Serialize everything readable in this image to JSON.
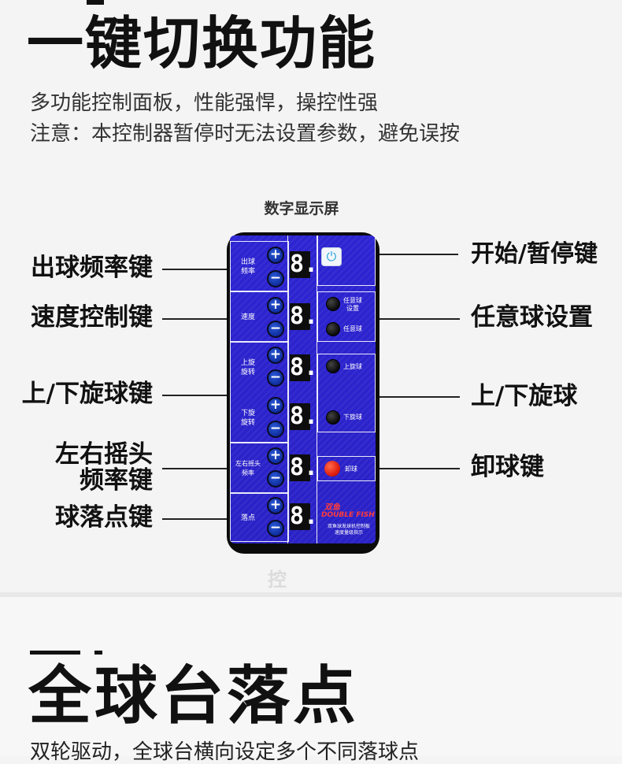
{
  "header": {
    "title": "一键切换功能",
    "line1": "多功能控制面板，性能强悍，操控性强",
    "line2": "注意：本控制器暂停时无法设置参数，避免误按"
  },
  "display_label": "数字显示屏",
  "callouts_left": {
    "ball_freq": "出球频率键",
    "speed": "速度控制键",
    "spin": "上/下旋球键",
    "swing_1": "左右摇头",
    "swing_2": "频率键",
    "landing": "球落点键"
  },
  "callouts_right": {
    "start_pause": "开始/暂停键",
    "random": "任意球设置",
    "spin": "上/下旋球",
    "unload": "卸球键"
  },
  "remote": {
    "labels": {
      "ball_freq": "出球\n频率",
      "speed": "速度",
      "topspin": "上旋\n旋转",
      "backspin": "下旋\n旋转",
      "swing": "左右摇头\n频率",
      "landing": "落点"
    },
    "plus": "+",
    "minus": "−",
    "digit": "8.",
    "power_symbol": "⏻",
    "right_labels": {
      "random_set": "任意球\n设置",
      "random": "任意球",
      "topspin": "上旋球",
      "backspin": "下旋球",
      "unload": "卸球"
    },
    "brand": "DOUBLE FISH",
    "brand_cn": "双鱼",
    "note": "双鱼球发球机控制板\n速度量级指示"
  },
  "watermark": "控",
  "section2": {
    "title": "全球台落点",
    "subtitle": "双轮驱动，全球台横向设定多个不同落球点"
  }
}
